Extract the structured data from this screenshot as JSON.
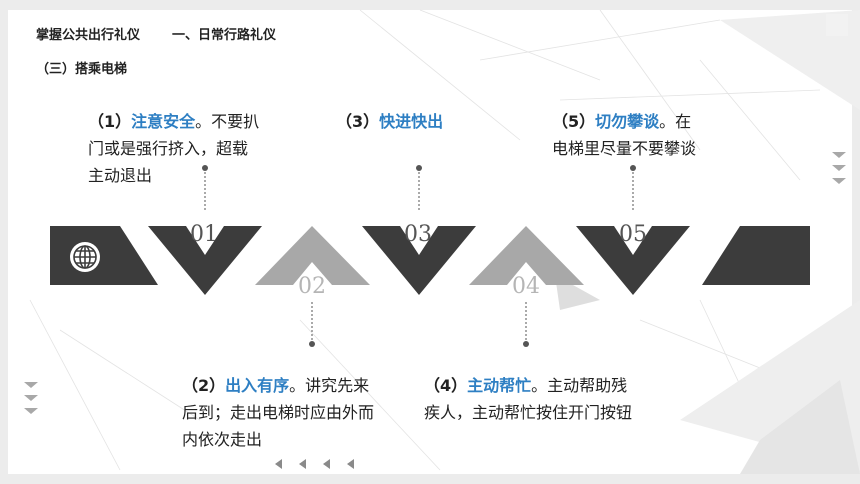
{
  "header": {
    "section": "掌握公共出行礼仪",
    "chapter": "一、日常行路礼仪"
  },
  "subtitle": "（三）搭乘电梯",
  "colors": {
    "accent": "#2e7fc3",
    "dark": "#3c3c3c",
    "light": "#a8a8a8"
  },
  "steps": [
    {
      "no": "01",
      "paren": "（1）",
      "title": "注意安全",
      "text_start": "。不要扒",
      "text_lines": [
        "门或是强行挤入，超载",
        "主动退出"
      ]
    },
    {
      "no": "02",
      "paren": "（2）",
      "title": "出入有序",
      "text_start": "。讲究先来",
      "text_lines": [
        "后到；走出电梯时应由外而",
        "内依次走出"
      ]
    },
    {
      "no": "03",
      "paren": "（3）",
      "title": "快进快出",
      "text_start": "",
      "text_lines": []
    },
    {
      "no": "04",
      "paren": "（4）",
      "title": "主动帮忙",
      "text_start": "。主动帮助残",
      "text_lines": [
        "疾人，主动帮忙按住开门按钮"
      ]
    },
    {
      "no": "05",
      "paren": "（5）",
      "title": "切勿攀谈",
      "text_start": "。在",
      "text_lines": [
        "电梯里尽量不要攀谈"
      ]
    }
  ],
  "icon": "globe-icon"
}
